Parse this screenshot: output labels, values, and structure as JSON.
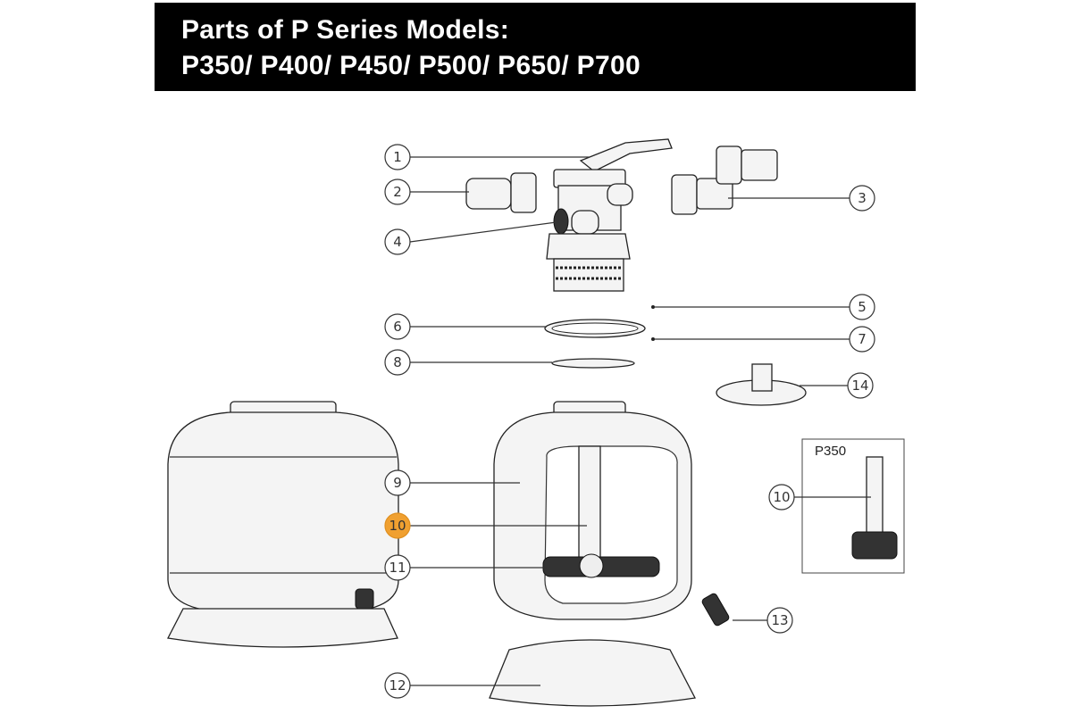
{
  "title": {
    "line1": "Parts of P Series Models:",
    "line2": "P350/ P400/ P450/ P500/ P650/ P700"
  },
  "inset": {
    "label": "P350",
    "callout": "10"
  },
  "callouts": [
    "1",
    "2",
    "3",
    "4",
    "5",
    "6",
    "7",
    "8",
    "9",
    "10",
    "11",
    "12",
    "13",
    "14"
  ],
  "highlight_color": "#F0A030"
}
